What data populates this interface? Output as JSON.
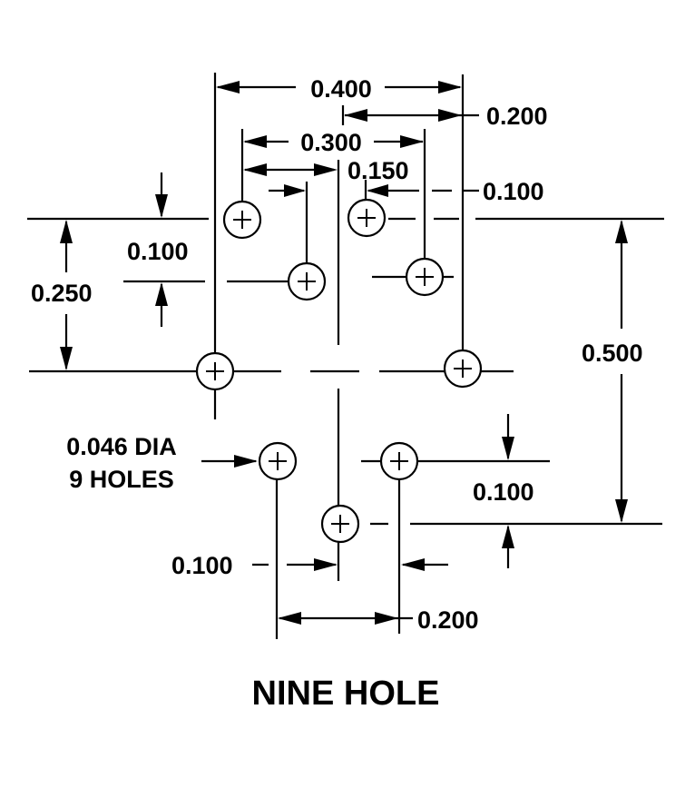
{
  "title": "NINE HOLE",
  "hole_note": {
    "line1": "0.046 DIA",
    "line2": "9 HOLES"
  },
  "dimensions": {
    "overall_width": "0.400",
    "upper_right_offset": "0.200",
    "upper_span": "0.300",
    "upper_inner_span": "0.150",
    "upper_right_gap": "0.100",
    "left_vertical_gap": "0.100",
    "left_height": "0.250",
    "overall_height": "0.500",
    "right_vertical_gap": "0.100",
    "bottom_left_gap": "0.100",
    "bottom_span": "0.200"
  }
}
